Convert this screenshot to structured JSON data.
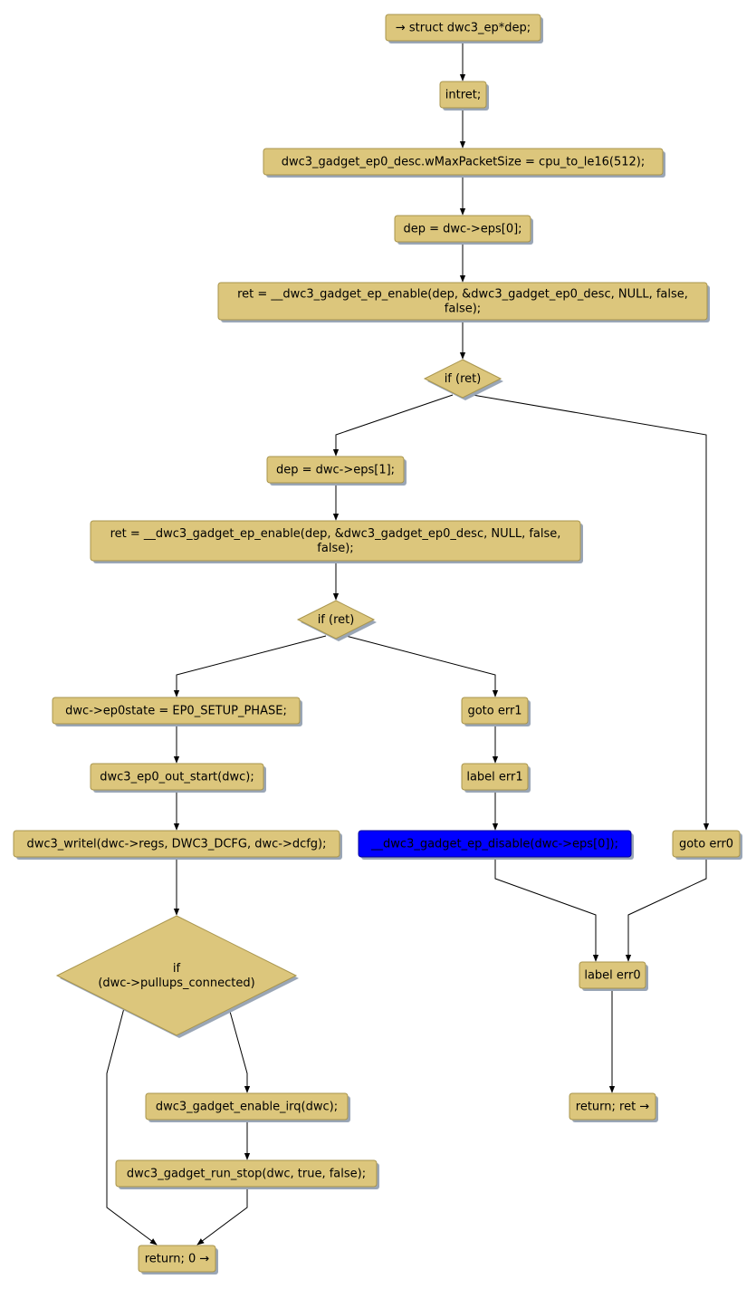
{
  "colors": {
    "node_fill": "#dcc67c",
    "node_stroke": "#a8944c",
    "shadow": "#9aa6b6",
    "highlight_fill": "#0000ff",
    "highlight_stroke": "#00009a",
    "edge": "#000000"
  },
  "nodes": {
    "n1": {
      "lines": [
        "→ struct dwc3_ep*dep;"
      ]
    },
    "n2": {
      "lines": [
        "intret;"
      ]
    },
    "n3": {
      "lines": [
        "dwc3_gadget_ep0_desc.wMaxPacketSize = cpu_to_le16(512);"
      ]
    },
    "n4": {
      "lines": [
        "dep = dwc->eps[0];"
      ]
    },
    "n5": {
      "lines": [
        "ret = __dwc3_gadget_ep_enable(dep, &dwc3_gadget_ep0_desc, NULL, false,",
        "false);"
      ]
    },
    "d1": {
      "lines": [
        "if (ret)"
      ]
    },
    "n6": {
      "lines": [
        "dep = dwc->eps[1];"
      ]
    },
    "n7": {
      "lines": [
        "ret = __dwc3_gadget_ep_enable(dep, &dwc3_gadget_ep0_desc, NULL, false,",
        "false);"
      ]
    },
    "d2": {
      "lines": [
        "if (ret)"
      ]
    },
    "n8": {
      "lines": [
        "dwc->ep0state = EP0_SETUP_PHASE;"
      ]
    },
    "n9": {
      "lines": [
        "dwc3_ep0_out_start(dwc);"
      ]
    },
    "n10": {
      "lines": [
        "dwc3_writel(dwc->regs, DWC3_DCFG, dwc->dcfg);"
      ]
    },
    "d3": {
      "lines": [
        "if",
        "(dwc->pullups_connected)"
      ]
    },
    "n11": {
      "lines": [
        "dwc3_gadget_enable_irq(dwc);"
      ]
    },
    "n12": {
      "lines": [
        "dwc3_gadget_run_stop(dwc, true, false);"
      ]
    },
    "n13": {
      "lines": [
        "return; 0 →"
      ]
    },
    "n14": {
      "lines": [
        "goto err1"
      ]
    },
    "n15": {
      "lines": [
        "label err1"
      ]
    },
    "n16": {
      "lines": [
        "__dwc3_gadget_ep_disable(dwc->eps[0]);"
      ]
    },
    "n17": {
      "lines": [
        "goto err0"
      ]
    },
    "n18": {
      "lines": [
        "label err0"
      ]
    },
    "n19": {
      "lines": [
        "return; ret →"
      ]
    }
  }
}
